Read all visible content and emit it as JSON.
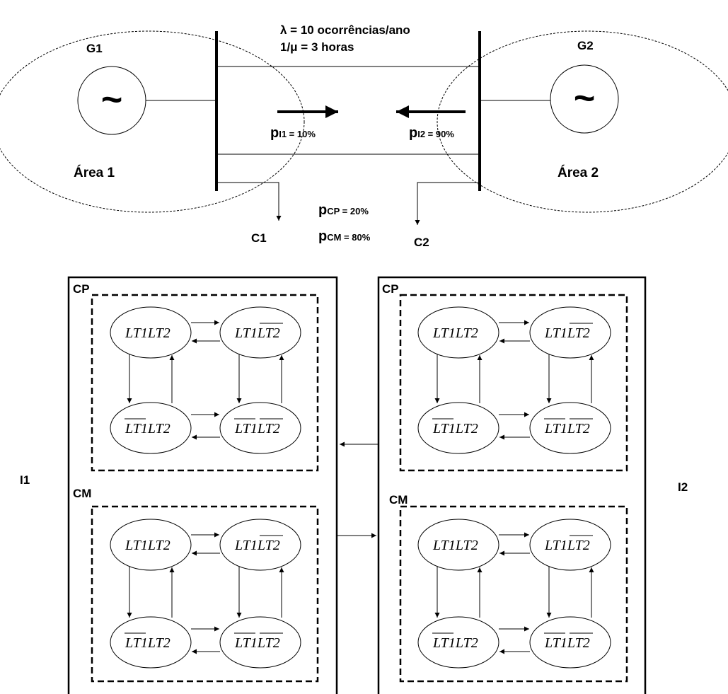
{
  "top": {
    "rate_line1": "λ = 10 ocorrências/ano",
    "rate_line2": "1/μ = 3 horas",
    "g1": "G1",
    "g2": "G2",
    "gen_symbol": "~",
    "area1": "Área 1",
    "area2": "Área 2",
    "p_main": "p",
    "pi1_sub": "I1 = 10%",
    "pi2_sub": "I2 = 90%",
    "pcp_sub": "CP = 20%",
    "pcm_sub": "CM = 80%",
    "c1": "C1",
    "c2": "C2"
  },
  "bottom": {
    "i1": "I1",
    "i2": "I2",
    "cp": "CP",
    "cm": "CM",
    "state_lt1": "LT1",
    "state_lt2": "LT2"
  }
}
